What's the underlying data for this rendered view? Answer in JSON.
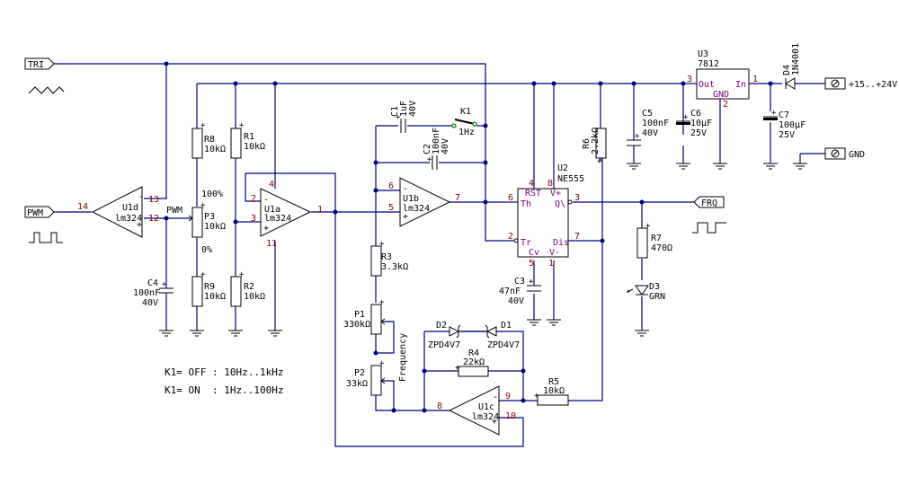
{
  "title": "PWM / Triangle generator schematic",
  "colors": {
    "wire": "#000080",
    "pin_number": "#8b0000",
    "ic_pin_label": "#800080",
    "switch_contact": "#008000"
  },
  "ports": {
    "tri": "TRI",
    "pwm": "PWM",
    "frq": "FRQ",
    "vin": "+15..+24V",
    "gnd": "GND"
  },
  "opamps": {
    "u1a": {
      "ref": "U1a",
      "part": "lm324",
      "pins": {
        "inv": "2",
        "noninv": "3",
        "out": "1",
        "vcc": "4",
        "vee": "11"
      }
    },
    "u1b": {
      "ref": "U1b",
      "part": "lm324",
      "pins": {
        "inv": "6",
        "noninv": "5",
        "out": "7"
      }
    },
    "u1c": {
      "ref": "U1c",
      "part": "lm324",
      "pins": {
        "inv": "9",
        "noninv": "10",
        "out": "8"
      }
    },
    "u1d": {
      "ref": "U1d",
      "part": "lm324",
      "pins": {
        "inv": "13",
        "noninv": "12",
        "out": "14"
      }
    }
  },
  "u2": {
    "ref": "U2",
    "part": "NE555",
    "pin_labels": {
      "rst": "RST",
      "vplus": "V+",
      "th": "Th",
      "q": "Q\\",
      "tr": "Tr",
      "dis": "Dis",
      "cv": "Cv",
      "vminus": "V-"
    },
    "pins": {
      "rst": "4",
      "vplus": "8",
      "th": "6",
      "q": "3",
      "tr": "2",
      "dis": "7",
      "cv": "5",
      "vminus": "1"
    }
  },
  "u3": {
    "ref": "U3",
    "part": "7812",
    "pin_labels": {
      "out": "Out",
      "in": "In",
      "gnd": "GND"
    },
    "pins": {
      "out": "3",
      "in": "1",
      "gnd": "2"
    }
  },
  "resistors": {
    "r1": {
      "ref": "R1",
      "value": "10kΩ"
    },
    "r2": {
      "ref": "R2",
      "value": "10kΩ"
    },
    "r3": {
      "ref": "R3",
      "value": "3.3kΩ"
    },
    "r4": {
      "ref": "R4",
      "value": "22kΩ"
    },
    "r5": {
      "ref": "R5",
      "value": "10kΩ"
    },
    "r6": {
      "ref": "R6",
      "value": "2.2kΩ"
    },
    "r7": {
      "ref": "R7",
      "value": "470Ω"
    },
    "r8": {
      "ref": "R8",
      "value": "10kΩ"
    },
    "r9": {
      "ref": "R9",
      "value": "10kΩ"
    }
  },
  "pots": {
    "p1": {
      "ref": "P1",
      "value": "330kΩ"
    },
    "p2": {
      "ref": "P2",
      "value": "33kΩ"
    },
    "p3": {
      "ref": "P3",
      "value": "10kΩ",
      "top_label": "100%",
      "bottom_label": "0%"
    },
    "frequency_label": "Frequency"
  },
  "capacitors": {
    "c1": {
      "ref": "C1",
      "value": "1uF",
      "voltage": "40V"
    },
    "c2": {
      "ref": "C2",
      "value": "100nF",
      "voltage": "40V"
    },
    "c3": {
      "ref": "C3",
      "value": "47nF",
      "voltage": "40V"
    },
    "c4": {
      "ref": "C4",
      "value": "100nF",
      "voltage": "40V"
    },
    "c5": {
      "ref": "C5",
      "value": "100nF",
      "voltage": "40V"
    },
    "c6": {
      "ref": "C6",
      "value": "10µF",
      "voltage": "25V"
    },
    "c7": {
      "ref": "C7",
      "value": "100µF",
      "voltage": "25V"
    }
  },
  "diodes": {
    "d1": {
      "ref": "D1",
      "value": "ZPD4V7"
    },
    "d2": {
      "ref": "D2",
      "value": "ZPD4V7"
    },
    "d3": {
      "ref": "D3",
      "value": "GRN"
    },
    "d4": {
      "ref": "D4",
      "value": "1N4001"
    }
  },
  "switch_k1": {
    "ref": "K1",
    "label": "1Hz"
  },
  "net_labels": {
    "pwm": "PWM"
  },
  "notes": [
    "K1= OFF : 10Hz..1kHz",
    "K1= ON  : 1Hz..100Hz"
  ],
  "icons": {
    "triangle_wave": "triangle-wave-icon",
    "square_wave_pwm": "square-wave-icon",
    "square_wave_frq": "square-wave-icon",
    "terminal": "screw-terminal-icon",
    "ground": "ground-icon"
  }
}
